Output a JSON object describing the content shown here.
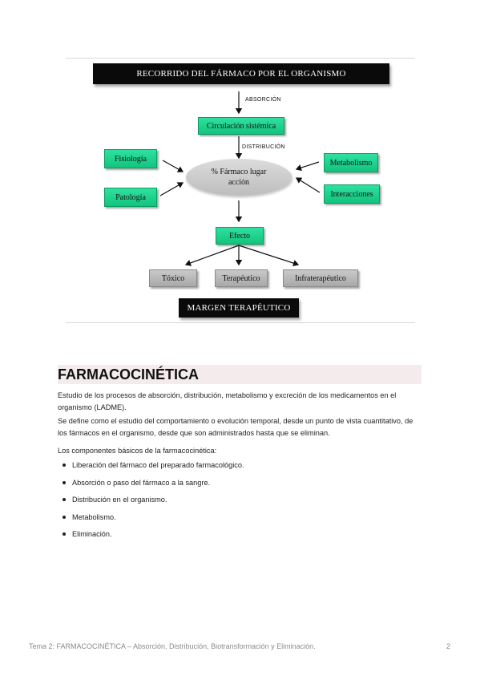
{
  "diagram": {
    "title": "RECORRIDO DEL FÁRMACO POR EL ORGANISMO",
    "absorcion_label": "ABSORCIÓN",
    "circulacion": "Circulación sistémica",
    "distribucion_label": "DISTRIBUCIÓN",
    "left_items": [
      "Fisiología",
      "Patología"
    ],
    "center_line1": "% Fármaco lugar",
    "center_line2": "acción",
    "right_items": [
      "Metabolismo",
      "Interacciones"
    ],
    "efecto": "Efecto",
    "outcomes": [
      "Tóxico",
      "Terapéutico",
      "Infraterapéutico"
    ],
    "margen": "MARGEN TERAPÉUTICO"
  },
  "section": {
    "title": "FARMACOCINÉTICA",
    "p1": "Estudio de los procesos de absorción, distribución, metabolismo y excreción de los medicamentos en el organismo (LADME).",
    "p2": "Se define como el estudio del comportamiento o evolución temporal, desde un punto de vista cuantitativo, de los fármacos en el organismo, desde que son administrados hasta que se eliminan.",
    "p3": "Los componentes básicos de la farmacocinética:",
    "bullets": [
      "Liberación del fármaco del preparado farmacológico.",
      "Absorción o paso del fármaco a la sangre.",
      "Distribución en el organismo.",
      "Metabolismo.",
      "Eliminación."
    ]
  },
  "footer": {
    "text": "Tema 2: FARMACOCINÉTICA – Absorción, Distribución, Biotransformación y Eliminación.",
    "page": "2"
  }
}
